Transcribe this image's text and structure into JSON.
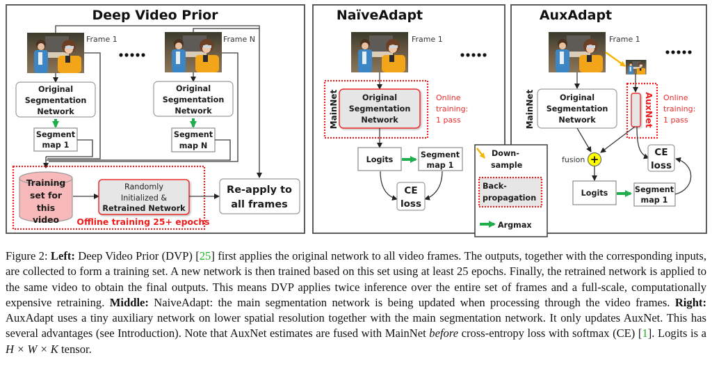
{
  "panels": {
    "dvp": {
      "title": "Deep Video Prior",
      "frame1_label": "Frame 1",
      "frameN_label": "Frame N",
      "ellipsis": "• • • • •",
      "network_line1": "Original",
      "network_line2": "Segmentation",
      "network_line3": "Network",
      "segmap1_line1": "Segment",
      "segmap1_line2": "map 1",
      "segmapN_line1": "Segment",
      "segmapN_line2": "map N",
      "training_set_line1": "Training",
      "training_set_line2": "set for",
      "training_set_line3": "this",
      "training_set_line4": "video",
      "retrained_line1": "Randomly",
      "retrained_line2": "Initialized &",
      "retrained_line3": "Retrained Network",
      "offline_label": "Offline training 25+ epochs",
      "reapply_line1": "Re-apply to",
      "reapply_line2": "all frames"
    },
    "naive": {
      "title": "NaïveAdapt",
      "frame1_label": "Frame 1",
      "ellipsis": "• • • • •",
      "mainnet_label": "MainNet",
      "network_line1": "Original",
      "network_line2": "Segmentation",
      "network_line3": "Network",
      "online_line1": "Online",
      "online_line2": "training:",
      "online_line3": "1 pass",
      "logits_label": "Logits",
      "segmap_line1": "Segment",
      "segmap_line2": "map 1",
      "celoss_line1": "CE",
      "celoss_line2": "loss"
    },
    "aux": {
      "title": "AuxAdapt",
      "frame1_label": "Frame 1",
      "ellipsis": "• • • • •",
      "mainnet_label": "MainNet",
      "network_line1": "Original",
      "network_line2": "Segmentation",
      "network_line3": "Network",
      "auxnet_label": "AuxNet",
      "online_line1": "Online",
      "online_line2": "training:",
      "online_line3": "1 pass",
      "fusion_label": "fusion",
      "fusion_symbol": "+",
      "logits_label": "Logits",
      "segmap_line1": "Segment",
      "segmap_line2": "map 1",
      "celoss_line1": "CE",
      "celoss_line2": "loss"
    },
    "legend": {
      "downsample_line1": "Down-",
      "downsample_line2": "sample",
      "backprop_line1": "Back-",
      "backprop_line2": "propagation",
      "argmax_label": "Argmax"
    }
  },
  "colors": {
    "accent_red": "#ee1c1c",
    "argmax_green": "#1fae4b",
    "downsample_orange": "#f5b400",
    "fusion_yellow": "#ffff00",
    "training_set_pink": "#f7b9b9",
    "citation_green": "#18b518"
  },
  "caption": {
    "prefix": "Figure 2: ",
    "left_label": "Left:",
    "left_text_a": " Deep Video Prior (DVP) [",
    "cite_dvp": "25",
    "left_text_b": "] first applies the original network to all video frames. The outputs, together with the corresponding inputs, are collected to form a training set. A new network is then trained based on this set using at least 25 epochs. Finally, the retrained network is applied to the same video to obtain the final outputs. This means DVP applies twice inference over the entire set of frames and a full-scale, computationally expensive retraining. ",
    "middle_label": "Middle:",
    "middle_text": " NaiveAdapt: the main segmentation network is being updated when processing through the video frames. ",
    "right_label": "Right:",
    "right_text_a": " AuxAdapt uses a tiny auxiliary network on lower spatial resolution together with the main segmentation network. It only updates AuxNet. This has several advantages (see Introduction). Note that AuxNet estimates are fused with MainNet ",
    "right_italic": "before",
    "right_text_b": " cross-entropy loss with softmax (CE) [",
    "cite_ce": "1",
    "right_text_c": "]. Logits is a ",
    "tensor_expr": "H × W × K",
    "right_text_d": " tensor."
  }
}
